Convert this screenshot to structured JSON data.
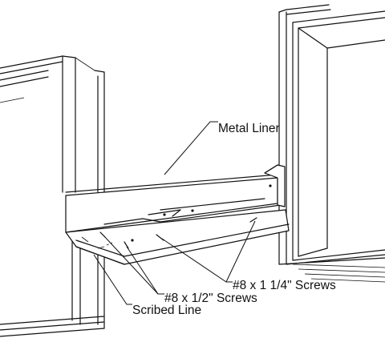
{
  "labels": {
    "metal_liner": "Metal Liner",
    "screws_long": "#8 x 1 1/4\" Screws",
    "screws_short": "#8 x 1/2\" Screws",
    "scribed_line": "Scribed Line"
  }
}
